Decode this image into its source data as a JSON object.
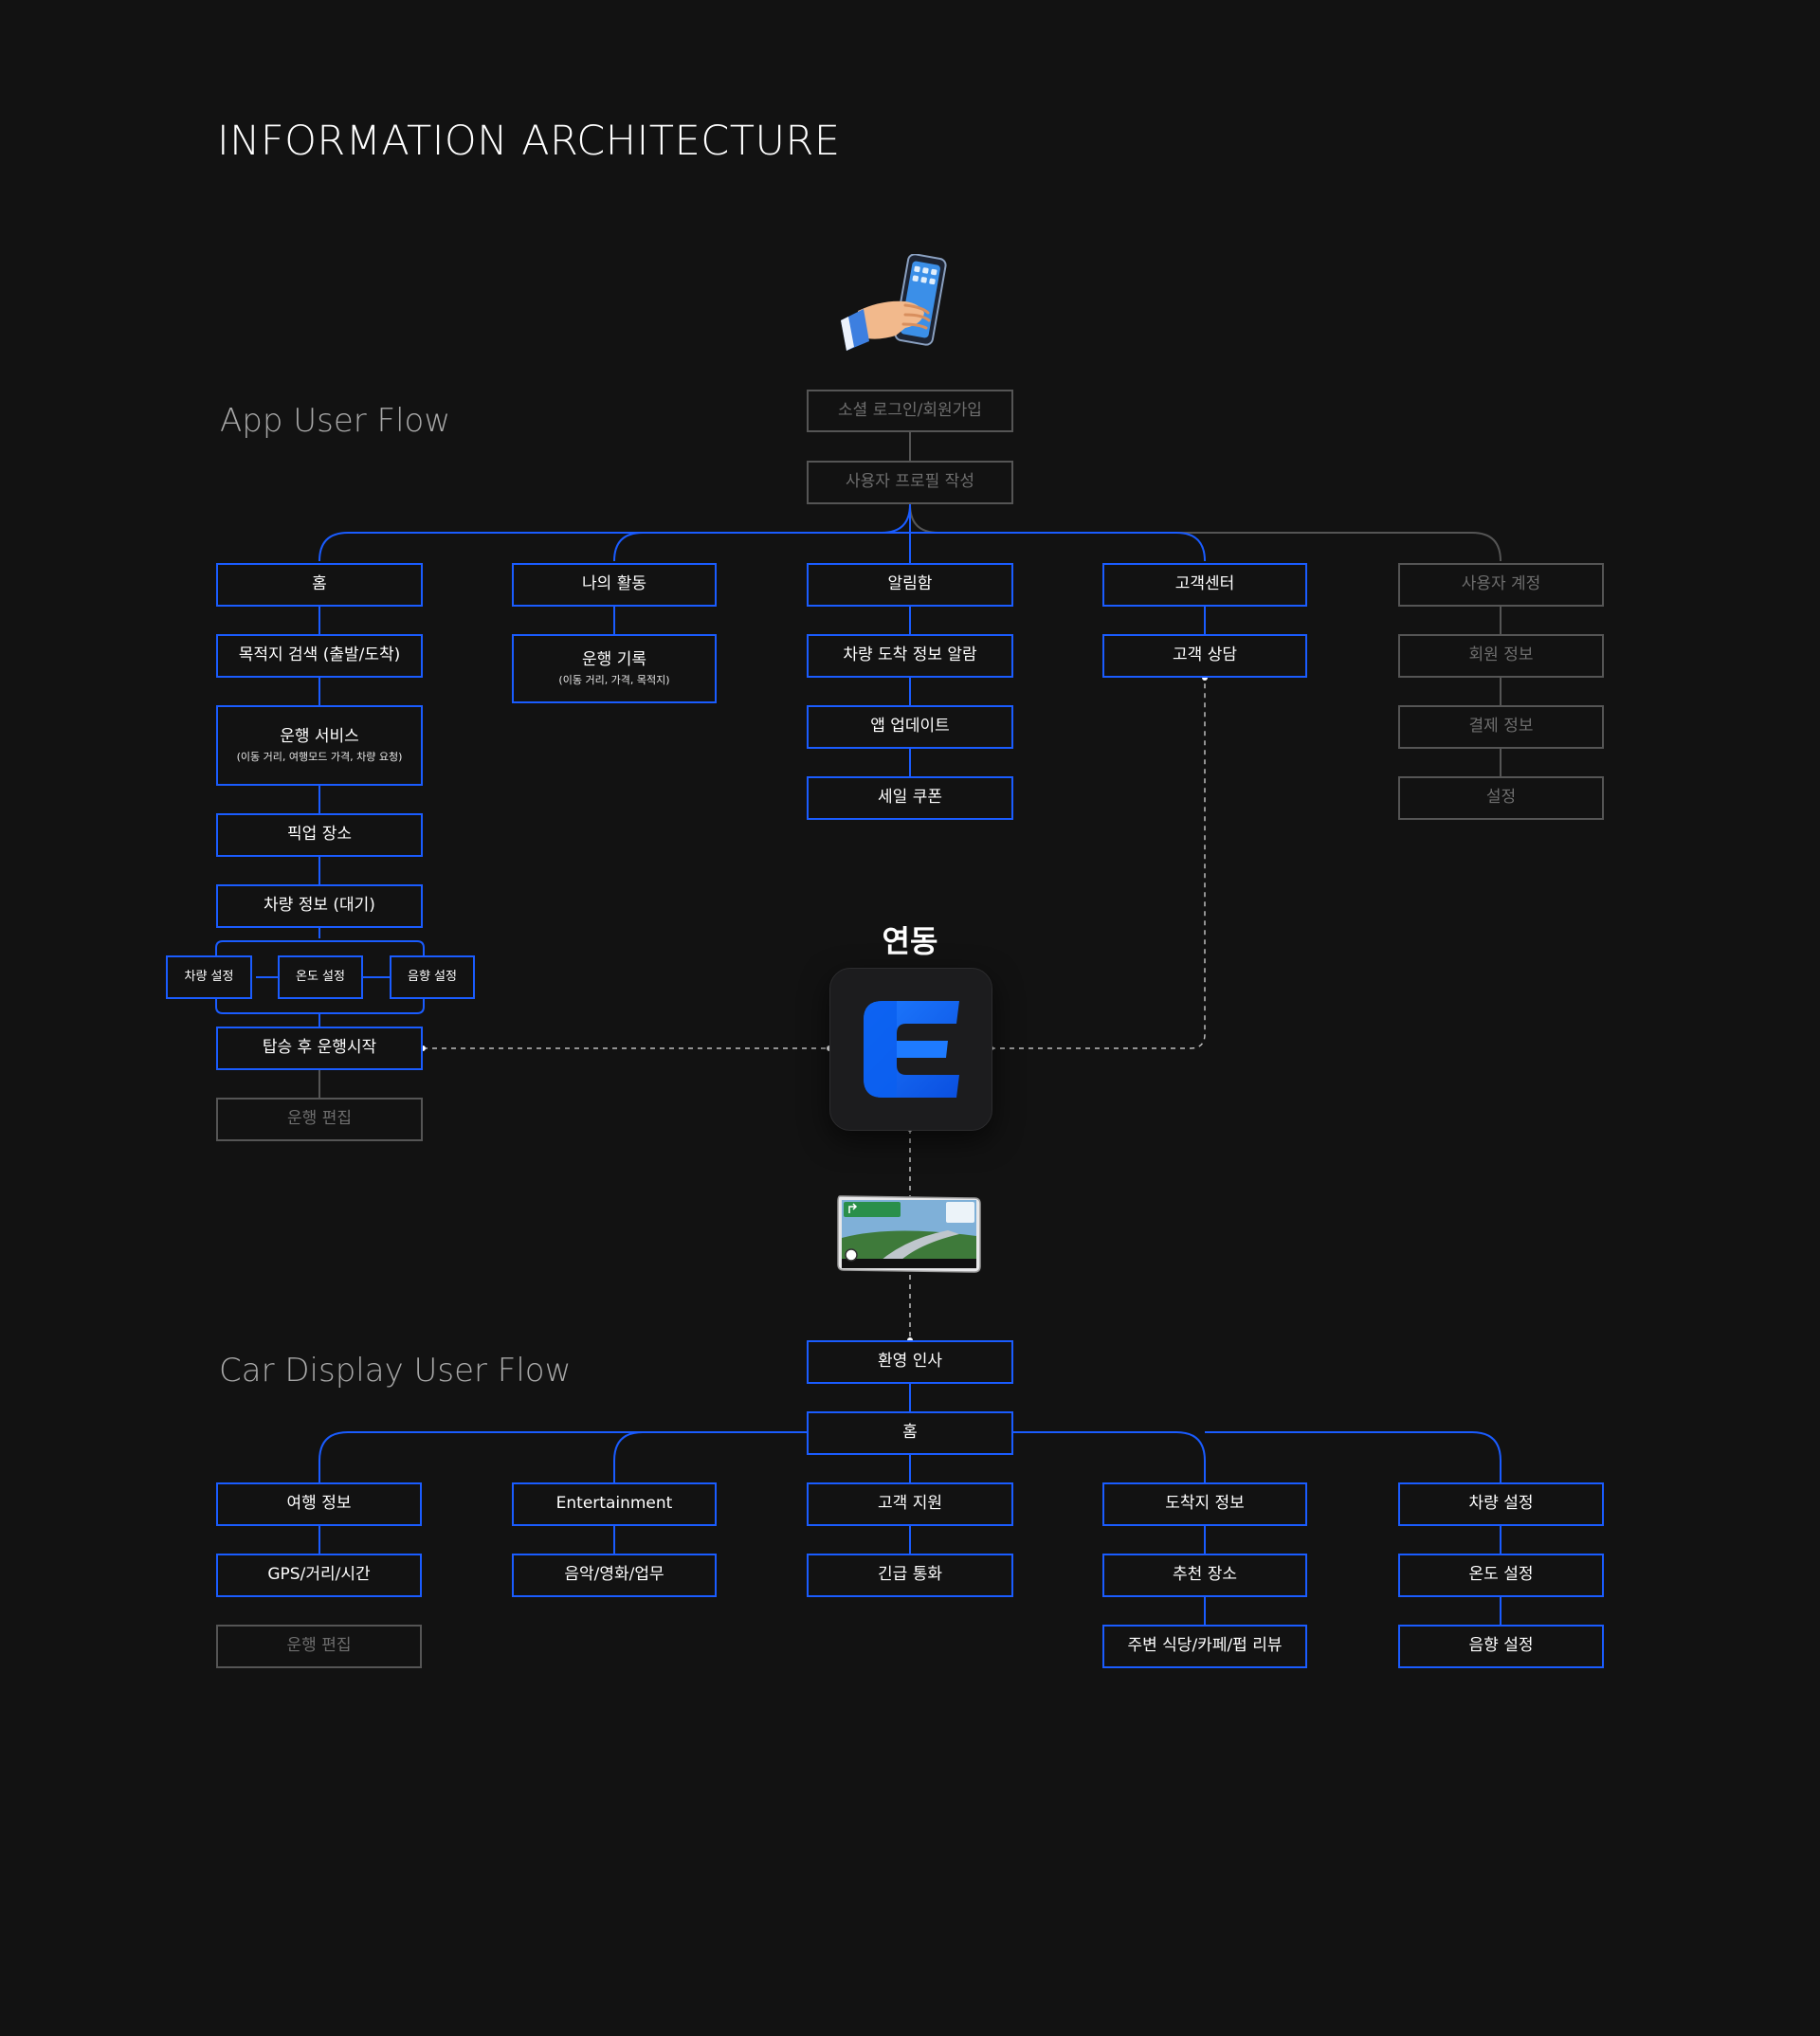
{
  "title": "INFORMATION ARCHITECTURE",
  "app_flow": {
    "label": "App User Flow",
    "login": "소셜 로그인/회원가입",
    "profile": "사용자 프로필 작성",
    "home": {
      "title": "홈",
      "destination": "목적지 검색 (출발/도착)",
      "service": "운행 서비스",
      "service_sub": "(이동 거리, 여행모드 가격, 차량 요청)",
      "pickup": "픽업 장소",
      "vehicle_info": "차량 정보 (대기)",
      "settings": [
        "차량 설정",
        "온도 설정",
        "음향 설정"
      ],
      "start": "탑승 후 운행시작",
      "edit": "운행 편집"
    },
    "activity": {
      "title": "나의 활동",
      "history": "운행 기록",
      "history_sub": "(이동 거리, 가격, 목적지)"
    },
    "notifications": {
      "title": "알림함",
      "items": [
        "차량 도착 정보 알람",
        "앱 업데이트",
        "세일 쿠폰"
      ]
    },
    "support": {
      "title": "고객센터",
      "items": [
        "고객 상담"
      ]
    },
    "account": {
      "title": "사용자 계정",
      "items": [
        "회원 정보",
        "결제 정보",
        "설정"
      ]
    }
  },
  "connect_label": "연동",
  "icons": {
    "phone": "hand-holding-phone-icon",
    "app_logo": "e-logo-icon",
    "car_display": "car-display-icon"
  },
  "car_flow": {
    "label": "Car Display User Flow",
    "welcome": "환영 인사",
    "home": "홈",
    "columns": [
      {
        "title": "여행 정보",
        "items": [
          "GPS/거리/시간",
          "운행 편집"
        ]
      },
      {
        "title": "Entertainment",
        "items": [
          "음악/영화/업무"
        ]
      },
      {
        "title": "고객 지원",
        "items": [
          "긴급 통화"
        ]
      },
      {
        "title": "도착지 정보",
        "items": [
          "추천 장소",
          "주변 식당/카페/펍 리뷰"
        ]
      },
      {
        "title": "차량 설정",
        "items": [
          "온도 설정",
          "음향 설정"
        ]
      }
    ]
  },
  "colors": {
    "background": "#121212",
    "accent_blue": "#1a5cff",
    "muted_gray": "#555555"
  }
}
